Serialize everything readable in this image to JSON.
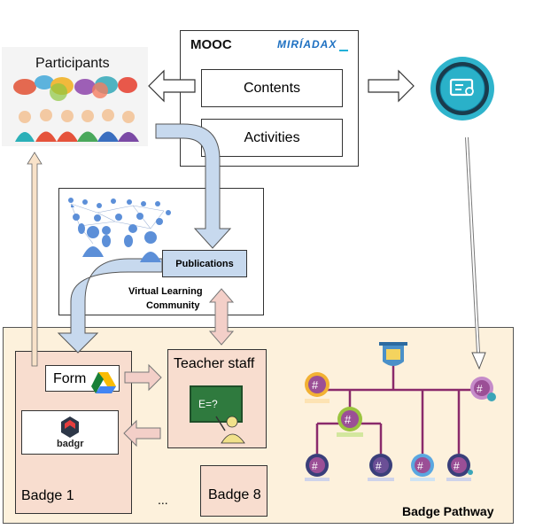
{
  "mooc": {
    "title": "MOOC",
    "logo": "MIRÍADAX",
    "contents": "Contents",
    "activities": "Activities"
  },
  "participants": {
    "title": "Participants"
  },
  "community": {
    "publications": "Publications",
    "label_line1": "Virtual Learning",
    "label_line2": "Community"
  },
  "badge1": {
    "form": "Form",
    "badgr": "badgr",
    "label": "Badge 1"
  },
  "teacher": {
    "title": "Teacher staff",
    "board": "E=?"
  },
  "ellipsis": "...",
  "badge8": {
    "label": "Badge 8"
  },
  "pathway": {
    "label": "Badge Pathway"
  },
  "icons": [
    "participants-group-icon",
    "badge-award-icon",
    "network-people-icon",
    "google-drive-icon",
    "badgr-logo-icon",
    "teacher-board-icon",
    "hashtag-badge-icon"
  ],
  "colors": {
    "pathway_bg": "#fdf1dc",
    "badge_bg": "#f8ddcf",
    "blue_arrow": "#c7d9ee",
    "pink_arrow": "#f3cfc8",
    "tree_line": "#8a2a6b",
    "award_teal": "#22a5c3"
  }
}
